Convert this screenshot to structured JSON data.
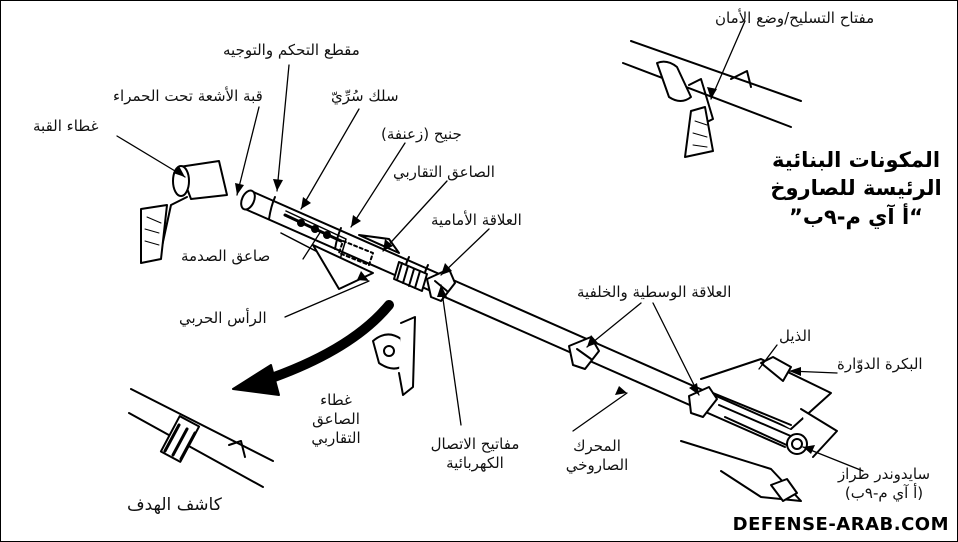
{
  "title": {
    "line1": "المكونات البنائية",
    "line2": "الرئيسة للصاروخ",
    "line3": "“أ آي م-٩ب”"
  },
  "labels": {
    "arming_switch": "مفتاح التسليح/وضع الأمان",
    "guidance_section": "مقطع التحكم والتوجيه",
    "ir_dome": "قبة الأشعة تحت الحمراء",
    "roller_wire": "سلك سُرِّيّ",
    "dome_cover": "غطاء القبة",
    "canard": "جنيح (زعنفة)",
    "proximity_fuze": "الصاعق التقاربي",
    "forward_hanger": "العلاقة الأمامية",
    "impact_fuze": "صاعق الصدمة",
    "warhead": "الرأس الحربي",
    "mid_rear_hangers": "العلاقة الوسطية والخلفية",
    "tail": "الذيل",
    "rolleron": "البكرة الدوّارة",
    "fuze_cover_l1": "غطاء",
    "fuze_cover_l2": "الصاعق",
    "fuze_cover_l3": "التقاربي",
    "umbilical_l1": "مفاتيح الاتصال",
    "umbilical_l2": "الكهربائية",
    "motor_l1": "المحرك",
    "motor_l2": "الصاروخي",
    "model_l1": "سايدوندر طراز",
    "model_l2": "(أ آي م-٩ب)",
    "target_detector": "كاشف الهدف"
  },
  "watermark": "DEFENSE-ARAB.COM"
}
